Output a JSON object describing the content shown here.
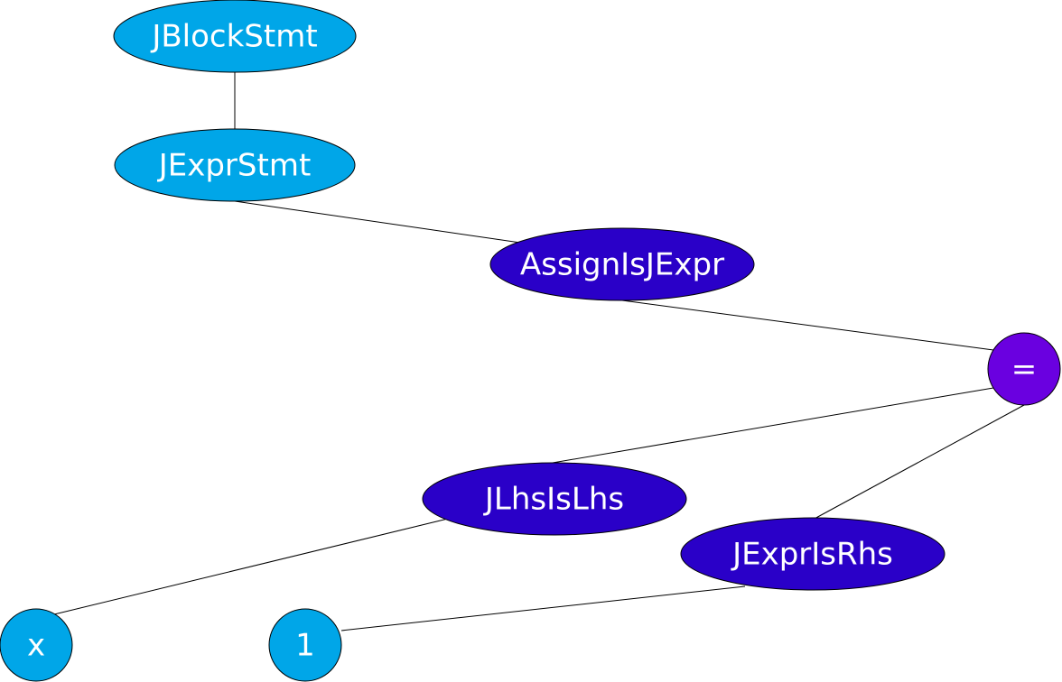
{
  "diagram": {
    "nodes": [
      {
        "id": "n1",
        "label": "JBlockStmt",
        "shape": "ellipse",
        "color": "#00a6e8"
      },
      {
        "id": "n2",
        "label": "JExprStmt",
        "shape": "ellipse",
        "color": "#00a6e8"
      },
      {
        "id": "n3",
        "label": "AssignIsJExpr",
        "shape": "ellipse",
        "color": "#2a00c8"
      },
      {
        "id": "n4",
        "label": "=",
        "shape": "circle",
        "color": "#6a00e0"
      },
      {
        "id": "n5",
        "label": "JLhsIsLhs",
        "shape": "ellipse",
        "color": "#2a00c8"
      },
      {
        "id": "n6",
        "label": "JExprIsRhs",
        "shape": "ellipse",
        "color": "#2a00c8"
      },
      {
        "id": "n7",
        "label": "x",
        "shape": "circle",
        "color": "#00a6e8"
      },
      {
        "id": "n8",
        "label": "1",
        "shape": "circle",
        "color": "#00a6e8"
      }
    ],
    "edges": [
      {
        "from": "n1",
        "to": "n2"
      },
      {
        "from": "n2",
        "to": "n3"
      },
      {
        "from": "n3",
        "to": "n4"
      },
      {
        "from": "n4",
        "to": "n5"
      },
      {
        "from": "n4",
        "to": "n6"
      },
      {
        "from": "n5",
        "to": "n7"
      },
      {
        "from": "n6",
        "to": "n8"
      }
    ]
  }
}
